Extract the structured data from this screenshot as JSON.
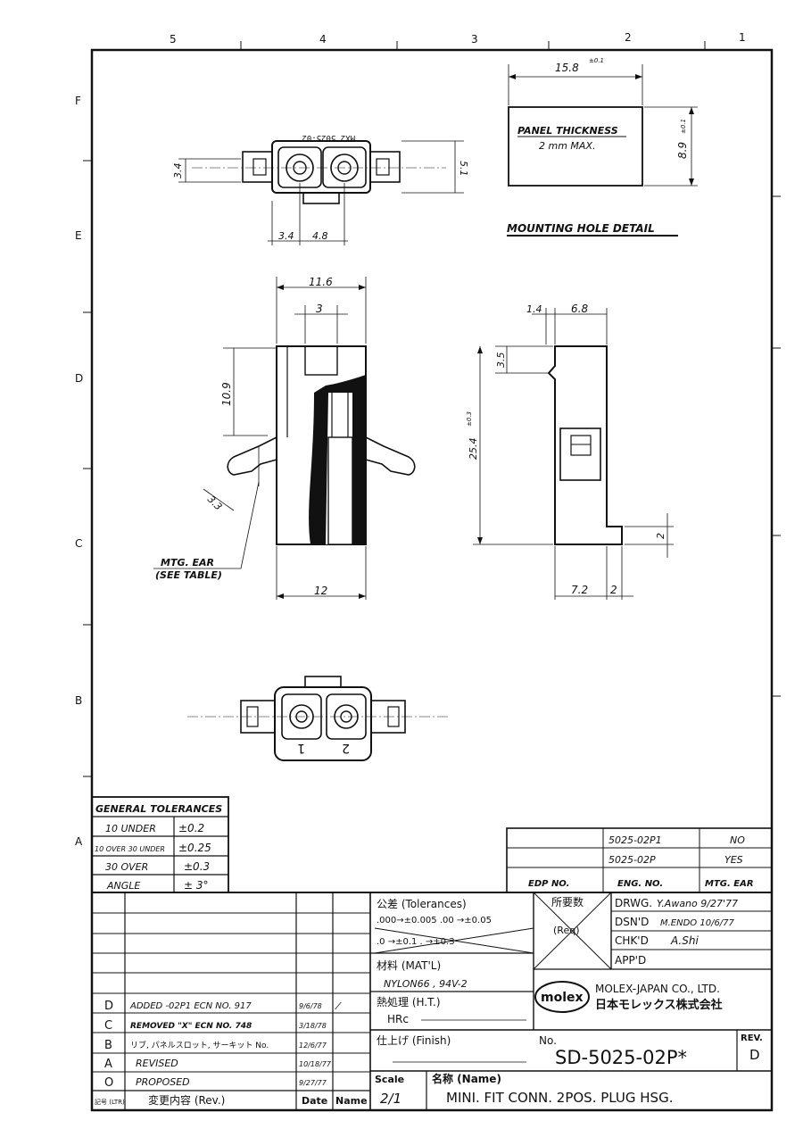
{
  "border": {
    "col_labels": [
      "5",
      "4",
      "3",
      "2",
      "1"
    ],
    "row_labels": [
      "F",
      "E",
      "D",
      "C",
      "B",
      "A"
    ]
  },
  "mounting_hole": {
    "width_dim": "15.8",
    "width_tol": "±0.1",
    "height_dim": "8.9",
    "height_tol": "±0.1",
    "panel_line1": "PANEL THICKNESS",
    "panel_line2": "2 mm MAX.",
    "title": "MOUNTING HOLE DETAIL"
  },
  "top_view": {
    "part_marking": "MX2 5025-02",
    "dim_left": "3.4",
    "dim_right": "5.1",
    "dim_pitch_a": "3.4",
    "dim_pitch_b": "4.8"
  },
  "front_view": {
    "dim_top_width": "11.6",
    "dim_slot": "3",
    "dim_height": "10.9",
    "dim_ear": "3.3",
    "ear_label_1": "MTG. EAR",
    "ear_label_2": "(SEE TABLE)",
    "dim_bottom_width": "12"
  },
  "side_view": {
    "dim_a": "1.4",
    "dim_b": "6.8",
    "dim_c": "3.5",
    "dim_length": "25.4",
    "dim_length_tol": "±0.3",
    "dim_foot": "2",
    "dim_base": "7.2",
    "dim_base_b": "2"
  },
  "bottom_view": {
    "pin_1": "1",
    "pin_2": "2"
  },
  "general_tolerances": {
    "title": "GENERAL TOLERANCES",
    "rows": [
      {
        "range": "10 UNDER",
        "tol": "±0.2"
      },
      {
        "range": "10 OVER 30 UNDER",
        "tol": "±0.25"
      },
      {
        "range": "30 OVER",
        "tol": "±0.3"
      },
      {
        "range": "ANGLE",
        "tol": "± 3°"
      }
    ]
  },
  "edp_table": {
    "rows": [
      {
        "edp": "5025-02P1",
        "ear": "NO"
      },
      {
        "edp": "5025-02P",
        "ear": "YES"
      }
    ],
    "headers": [
      "EDP NO.",
      "ENG. NO.",
      "MTG. EAR"
    ]
  },
  "title_block": {
    "tolerances_label": "公差 (Tolerances)",
    "tol_line1": ".000→±0.005  .00 →±0.05",
    "tol_line2": ".0 →±0.1   .  →±0.3",
    "req_label": "所要数",
    "req_value": "(Req)",
    "matl_label": "材料 (MAT'L)",
    "matl_value": "NYLON66 , 94V-2",
    "ht_label": "熱処理 (H.T.)",
    "hrc_label": "HRc",
    "finish_label": "仕上げ (Finish)",
    "drwg_label": "DRWG.",
    "drwg_sign": "Y.Awano 9/27'77",
    "dsnd_label": "DSN'D",
    "dsnd_sign": "M.ENDO 10/6/77",
    "chkd_label": "CHK'D",
    "chkd_sign": "A.Shi",
    "appd_label": "APP'D",
    "molex_logo": "molex",
    "company_en": "MOLEX-JAPAN  CO., LTD.",
    "company_jp": "日本モレックス株式会社",
    "no_label": "No.",
    "drawing_no": "SD-5025-02P*",
    "rev_label": "REV.",
    "rev_value": "D",
    "scale_label": "Scale",
    "scale_value": "2/1",
    "name_label": "名称 (Name)",
    "name_value": "MINI. FIT CONN. 2POS. PLUG HSG."
  },
  "revisions": {
    "rows": [
      {
        "ltr": "D",
        "desc": "ADDED -02P1 ECN NO. 917",
        "date": "9/6/78"
      },
      {
        "ltr": "C",
        "desc": "REMOVED \"X\" ECN NO. 748",
        "date": "3/18/78"
      },
      {
        "ltr": "B",
        "desc": "リブ, パネルスロット, サーキット No.",
        "date": "12/6/77"
      },
      {
        "ltr": "A",
        "desc": "REVISED",
        "date": "10/18/77"
      },
      {
        "ltr": "O",
        "desc": "PROPOSED",
        "date": "9/27/77"
      }
    ],
    "footer_ltr": "記号 (LTR)",
    "footer_desc": "変更内容  (Rev.)",
    "footer_date": "Date",
    "footer_name": "Name"
  }
}
